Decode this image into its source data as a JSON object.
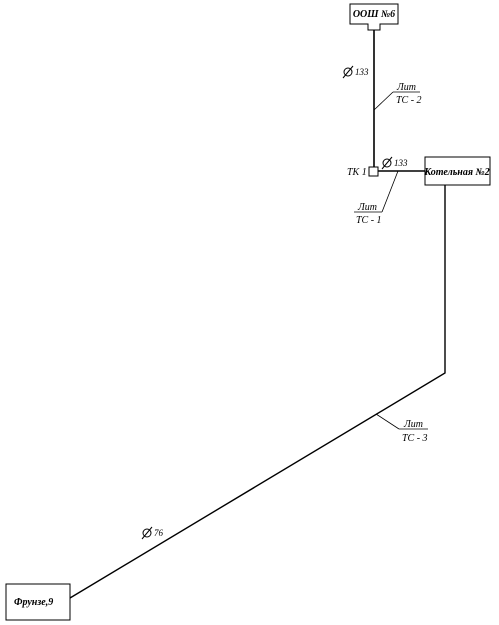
{
  "nodes": {
    "school": "ООШ №6",
    "boiler": "Котельная №2",
    "house": "Фрунзе,9",
    "chamber": "ТК 1"
  },
  "pipes": {
    "tc2": {
      "diameter": "133",
      "material": "Лит",
      "name": "ТС - 2"
    },
    "tc1": {
      "diameter": "133",
      "material": "Лит",
      "name": "ТС - 1"
    },
    "tc3": {
      "diameter": "76",
      "material": "Лит",
      "name": "ТС - 3"
    }
  },
  "colors": {
    "line": "#000000",
    "background": "#ffffff"
  }
}
